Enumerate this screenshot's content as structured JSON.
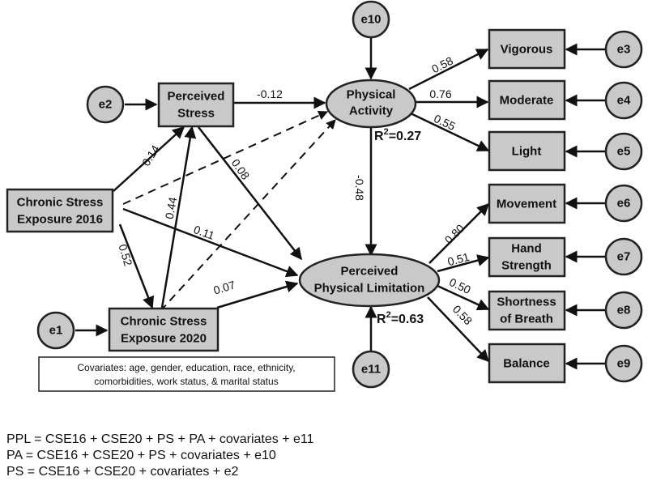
{
  "nodes": {
    "perceived_stress": [
      "Perceived",
      "Stress"
    ],
    "physical_activity": [
      "Physical",
      "Activity"
    ],
    "cse2016": [
      "Chronic Stress",
      "Exposure 2016"
    ],
    "cse2020": [
      "Chronic Stress",
      "Exposure 2020"
    ],
    "ppl": [
      "Perceived",
      "Physical Limitation"
    ],
    "vigorous": [
      "Vigorous"
    ],
    "moderate": [
      "Moderate"
    ],
    "light": [
      "Light"
    ],
    "movement": [
      "Movement"
    ],
    "hand_strength": [
      "Hand",
      "Strength"
    ],
    "shortness_of_breath": [
      "Shortness",
      "of Breath"
    ],
    "balance": [
      "Balance"
    ]
  },
  "errors": {
    "e1": "e1",
    "e2": "e2",
    "e3": "e3",
    "e4": "e4",
    "e5": "e5",
    "e6": "e6",
    "e7": "e7",
    "e8": "e8",
    "e9": "e9",
    "e10": "e10",
    "e11": "e11"
  },
  "coefficients": {
    "ps_pa": "-0.12",
    "cse16_ps": "0.14",
    "cse20_ps": "0.44",
    "ps_ppl": "0.08",
    "cse16_cse20": "0.52",
    "cse16_ppl": "0.11",
    "cse20_ppl": "0.07",
    "pa_ppl": "-0.48",
    "pa_vigorous": "0.58",
    "pa_moderate": "0.76",
    "pa_light": "0.55",
    "ppl_movement": "0.80",
    "ppl_hand": "0.51",
    "ppl_breath": "0.50",
    "ppl_balance": "0.58"
  },
  "r_squared": {
    "pa": {
      "prefix": "R",
      "sup": "2",
      "value": "=0.27"
    },
    "ppl": {
      "prefix": "R",
      "sup": "2",
      "value": "=0.63"
    }
  },
  "covariates": [
    "Covariates: age, gender, education, race, ethnicity,",
    "comorbidities, work status, & marital status"
  ],
  "equations": [
    "PPL = CSE16 + CSE20 + PS + PA + covariates + e11",
    "PA = CSE16 + CSE20 + PS + covariates + e10",
    "PS = CSE16 + CSE20 + covariates + e2"
  ]
}
